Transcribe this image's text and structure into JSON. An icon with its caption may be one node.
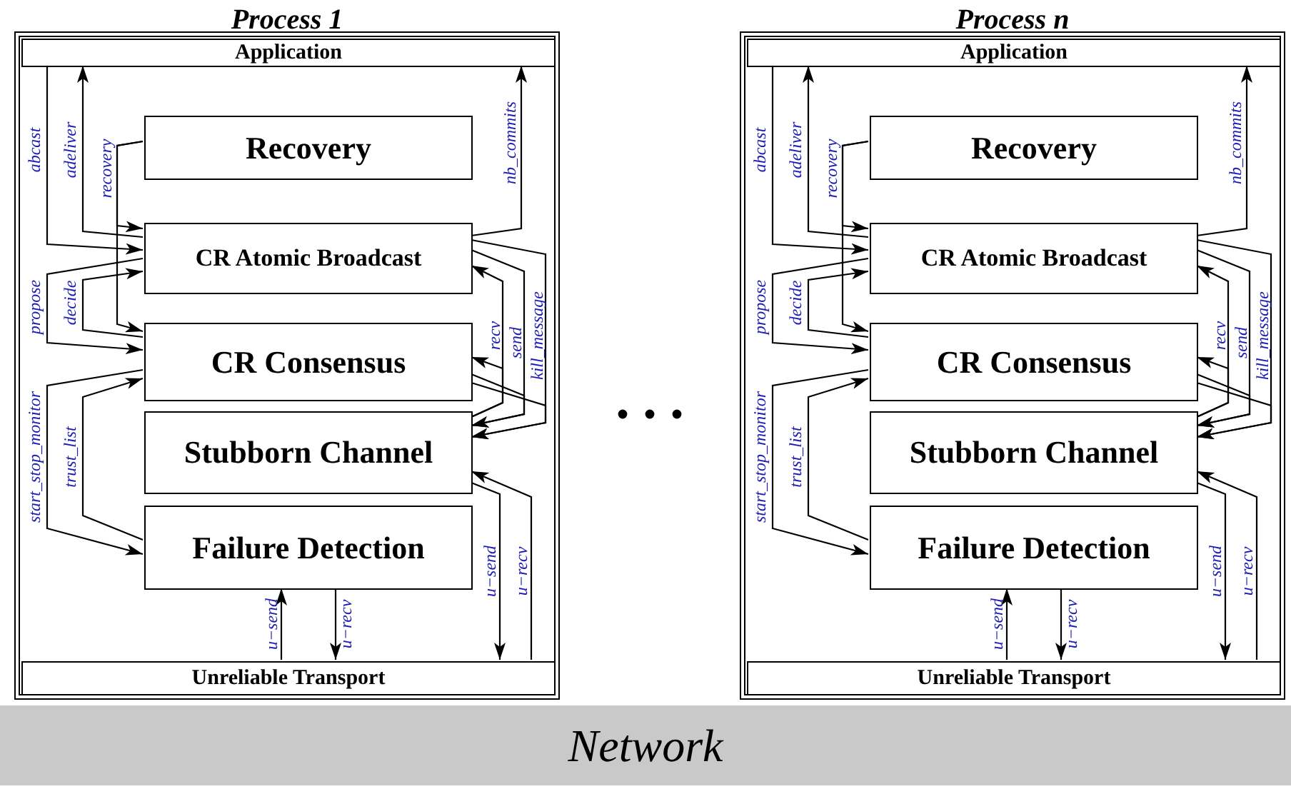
{
  "diagram": {
    "nodes": [
      {
        "text": [
          "Process 1"
        ]
      },
      {
        "text": [
          "Application"
        ],
        "in": 0
      },
      {
        "text": [
          "Recovery"
        ],
        "in": 0
      },
      {
        "text": [
          "CR Atomic Broadcast"
        ],
        "in": 0
      },
      {
        "text": [
          "CR Consensus"
        ],
        "in": 0
      },
      {
        "text": [
          "Stubborn Channel"
        ],
        "in": 0
      },
      {
        "text": [
          "Failure Detection"
        ],
        "in": 0
      },
      {
        "text": [
          "Unreliable Transport"
        ],
        "in": 0
      },
      {
        "text": [
          "Process n"
        ]
      },
      {
        "text": [
          "Application"
        ],
        "in": 8
      },
      {
        "text": [
          "Recovery"
        ],
        "in": 8
      },
      {
        "text": [
          "CR Atomic Broadcast"
        ],
        "in": 8
      },
      {
        "text": [
          "CR Consensus"
        ],
        "in": 8
      },
      {
        "text": [
          "Stubborn Channel"
        ],
        "in": 8
      },
      {
        "text": [
          "Failure Detection"
        ],
        "in": 8
      },
      {
        "text": [
          "Unreliable Transport"
        ],
        "in": 8
      },
      {
        "text": [
          "Network"
        ]
      }
    ],
    "edges": [
      {
        "from": 1,
        "to": 3,
        "arrow": "to",
        "label": "abcast"
      },
      {
        "from": 3,
        "to": 1,
        "arrow": "to",
        "label": "adeliver"
      },
      {
        "from": 2,
        "to": 3,
        "arrow": "to",
        "label": "recovery"
      },
      {
        "from": 2,
        "to": 4,
        "arrow": "to"
      },
      {
        "from": 3,
        "to": 4,
        "arrow": "to",
        "label": "propose"
      },
      {
        "from": 4,
        "to": 3,
        "arrow": "to",
        "label": "decide"
      },
      {
        "from": 4,
        "to": 6,
        "arrow": "to",
        "label": "start_stop_monitor"
      },
      {
        "from": 6,
        "to": 4,
        "arrow": "to",
        "label": "trust_list"
      },
      {
        "from": 3,
        "to": 1,
        "arrow": "to",
        "label": "nb_commits"
      },
      {
        "from": 3,
        "to": 5,
        "arrow": "to",
        "label": "kill_message"
      },
      {
        "from": 4,
        "to": 5,
        "arrow": "to"
      },
      {
        "from": 3,
        "to": 5,
        "arrow": "to",
        "label": "send"
      },
      {
        "from": 4,
        "to": 5,
        "arrow": "to"
      },
      {
        "from": 5,
        "to": 3,
        "arrow": "to",
        "label": "recv"
      },
      {
        "from": 5,
        "to": 4,
        "arrow": "to"
      },
      {
        "from": 5,
        "to": 7,
        "arrow": "to",
        "label": "u−send"
      },
      {
        "from": 7,
        "to": 5,
        "arrow": "to",
        "label": "u−recv"
      },
      {
        "from": 7,
        "to": 6,
        "arrow": "to",
        "label": "u−send"
      },
      {
        "from": 6,
        "to": 7,
        "arrow": "to",
        "label": "u−recv"
      },
      {
        "from": 9,
        "to": 11,
        "arrow": "to",
        "label": "abcast"
      },
      {
        "from": 11,
        "to": 9,
        "arrow": "to",
        "label": "adeliver"
      },
      {
        "from": 10,
        "to": 11,
        "arrow": "to",
        "label": "recovery"
      },
      {
        "from": 10,
        "to": 12,
        "arrow": "to"
      },
      {
        "from": 11,
        "to": 12,
        "arrow": "to",
        "label": "propose"
      },
      {
        "from": 12,
        "to": 11,
        "arrow": "to",
        "label": "decide"
      },
      {
        "from": 12,
        "to": 14,
        "arrow": "to",
        "label": "start_stop_monitor"
      },
      {
        "from": 14,
        "to": 12,
        "arrow": "to",
        "label": "trust_list"
      },
      {
        "from": 11,
        "to": 9,
        "arrow": "to",
        "label": "nb_commits"
      },
      {
        "from": 11,
        "to": 13,
        "arrow": "to",
        "label": "kill_message"
      },
      {
        "from": 12,
        "to": 13,
        "arrow": "to"
      },
      {
        "from": 11,
        "to": 13,
        "arrow": "to",
        "label": "send"
      },
      {
        "from": 12,
        "to": 13,
        "arrow": "to"
      },
      {
        "from": 13,
        "to": 11,
        "arrow": "to",
        "label": "recv"
      },
      {
        "from": 13,
        "to": 12,
        "arrow": "to"
      },
      {
        "from": 13,
        "to": 15,
        "arrow": "to",
        "label": "u−send"
      },
      {
        "from": 15,
        "to": 13,
        "arrow": "to",
        "label": "u−recv"
      },
      {
        "from": 15,
        "to": 14,
        "arrow": "to",
        "label": "u−send"
      },
      {
        "from": 14,
        "to": 15,
        "arrow": "to",
        "label": "u−recv"
      }
    ]
  }
}
